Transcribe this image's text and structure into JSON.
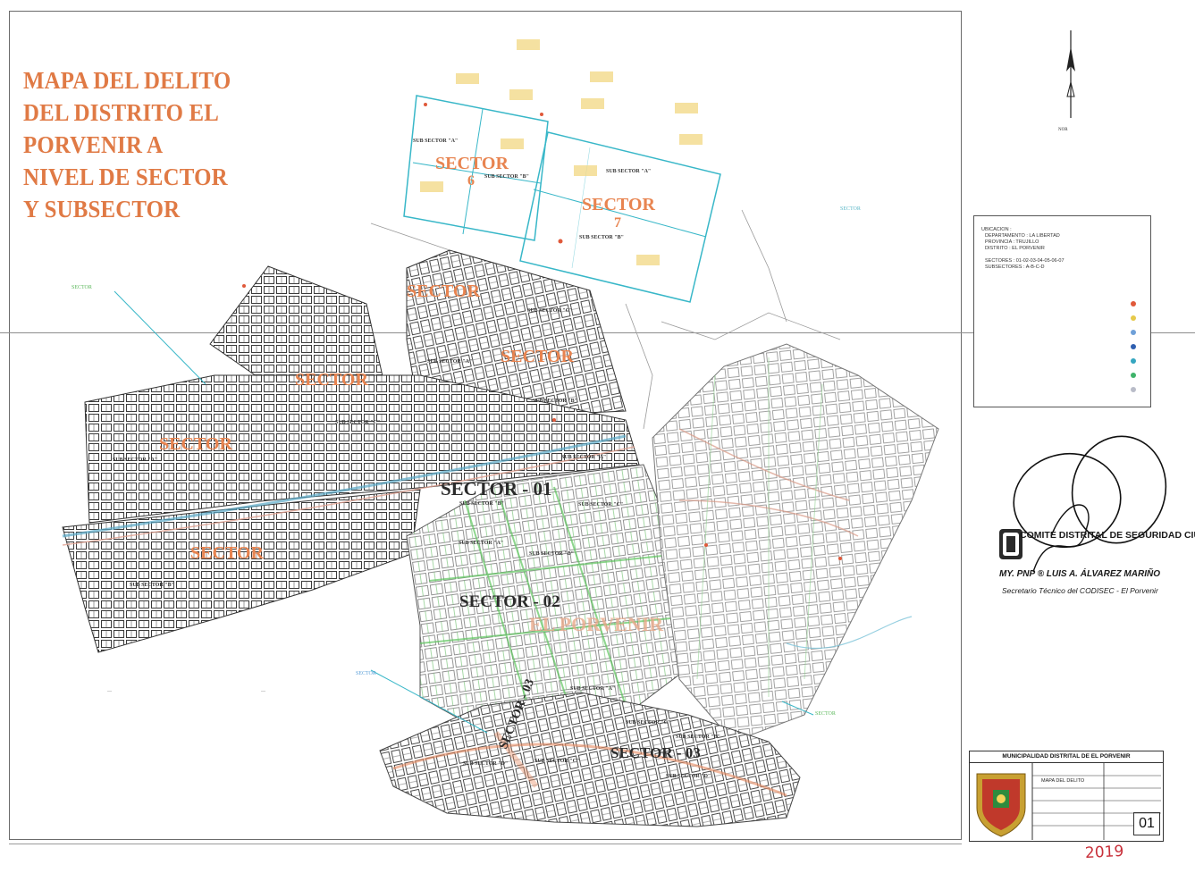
{
  "map": {
    "title_lines": [
      "MAPA DEL DELITO",
      "DEL DISTRITO EL",
      "PORVENIR A",
      "NIVEL DE SECTOR",
      "Y SUBSECTOR"
    ],
    "sectors": {
      "s6": {
        "word": "SECTOR",
        "num": "6"
      },
      "s7": {
        "word": "SECTOR",
        "num": "7"
      },
      "s4": "SECTOR",
      "s5": "SECTOR",
      "s3": "SECTOR",
      "s2b": "SECTOR",
      "s_w": "SECTOR",
      "s01": "SECTOR - 01",
      "s02": "SECTOR - 02",
      "s03": "SECTOR - 03",
      "s_diag": "SECTOR - 03"
    },
    "town_name": "EL PORVENIR",
    "subsector": {
      "a": "SUB SECTOR \"A\"",
      "b": "SUB SECTOR \"B\"",
      "c": "SUB SECTOR \"C\"",
      "d": "SUB SECTOR \"D\""
    }
  },
  "legend": {
    "lines": [
      "UBICACION :",
      "DEPARTAMENTO  :  LA LIBERTAD",
      "PROVINCIA     :  TRUJILLO",
      "DISTRITO      :  EL PORVENIR",
      "SECTORES      :  01-02-03-04-05-06-07",
      "SUBSECTORES   :  A-B-C-D"
    ],
    "colors": [
      "#e0593a",
      "#e6c94a",
      "#6fa0d8",
      "#2f5fb0",
      "#35a6c0",
      "#3fb36a",
      "#b9bcc8"
    ]
  },
  "north": {
    "label": "NOR"
  },
  "stamp": {
    "line1": "COMITÉ DISTRITAL DE SEGURIDAD CIUDADANA",
    "line2": "MY. PNP ® LUIS A. ÁLVAREZ MARIÑO",
    "line3": "Secretario Técnico del CODISEC - El Porvenir"
  },
  "title_block": {
    "header": "MUNICIPALIDAD DISTRITAL DE EL PORVENIR",
    "plan_name": "MAPA DEL DELITO",
    "sheet_number": "01"
  },
  "handwritten_year": "2019"
}
